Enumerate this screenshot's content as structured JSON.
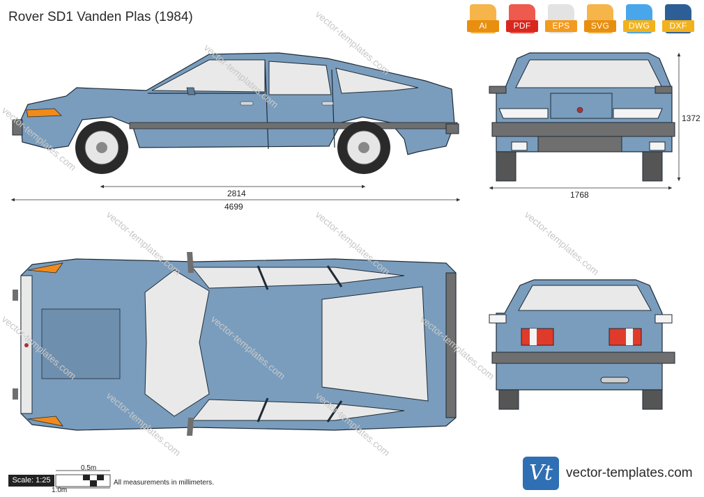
{
  "title": "Rover SD1 Vanden Plas (1984)",
  "formats": [
    {
      "label": "Ai",
      "color": "#f29b20"
    },
    {
      "label": "PDF",
      "color": "#e8352b"
    },
    {
      "label": "EPS",
      "color": "#c9c9c9"
    },
    {
      "label": "SVG",
      "color": "#f29b20"
    },
    {
      "label": "DWG",
      "color": "#2a8fd8"
    },
    {
      "label": "DXF",
      "color": "#1f4f82"
    }
  ],
  "dimensions": {
    "wheelbase": "2814",
    "length": "4699",
    "width": "1768",
    "height": "1372"
  },
  "scale": {
    "label": "Scale: 1:25",
    "half_meter": "0.5m",
    "one_meter": "1.0m",
    "note": "All measurements in millimeters."
  },
  "brand": {
    "logo_text": "Vt",
    "site": "vector-templates.com"
  },
  "watermark": "vector-templates.com",
  "colors": {
    "body": "#7a9dbd",
    "trim": "#6f6f6f",
    "glass": "#e9e9e9",
    "outline": "#1e2a36"
  }
}
